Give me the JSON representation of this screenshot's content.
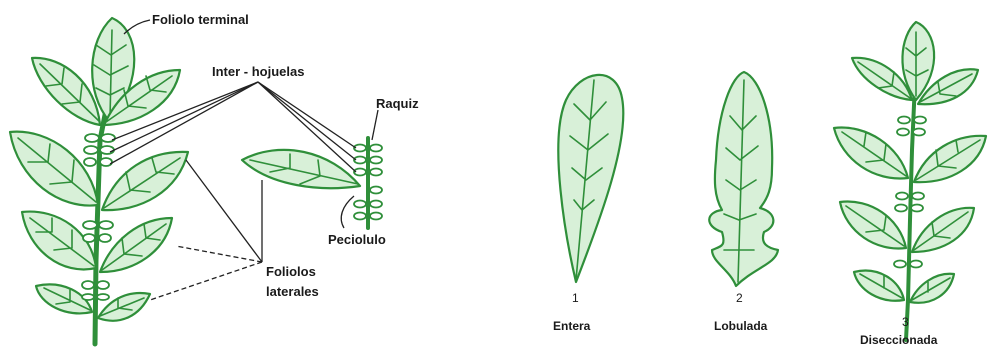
{
  "labels": {
    "foliolo_terminal": "Foliolo terminal",
    "inter_hojuelas": "Inter - hojuelas",
    "raquiz": "Raquiz",
    "peciolulo": "Peciolulo",
    "foliolos_laterales_1": "Foliolos",
    "foliolos_laterales_2": "laterales"
  },
  "types": [
    {
      "number": "1",
      "name": "Entera"
    },
    {
      "number": "2",
      "name": "Lobulada"
    },
    {
      "number": "3",
      "name": "Diseccionada"
    }
  ],
  "colors": {
    "leaf_stroke": "#2f8f3a",
    "leaf_fill": "#d8f0d8",
    "text": "#1a1a1a"
  }
}
